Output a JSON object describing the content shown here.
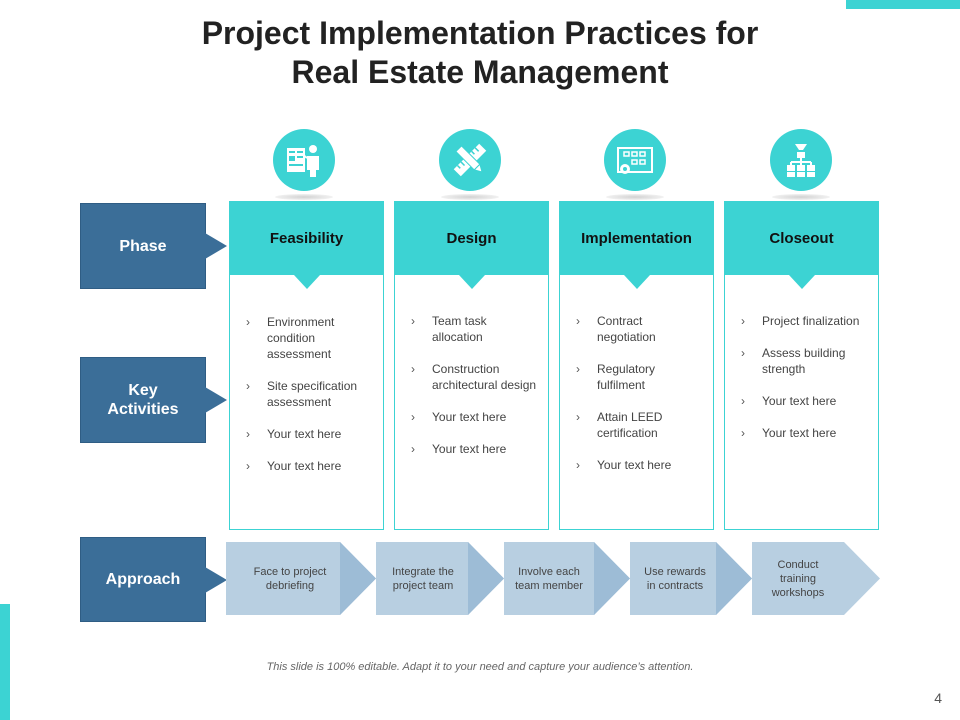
{
  "title_line1": "Project Implementation Practices for",
  "title_line2": "Real Estate Management",
  "rows": {
    "phase": "Phase",
    "key_activities_line1": "Key",
    "key_activities_line2": "Activities",
    "approach": "Approach"
  },
  "columns": [
    {
      "name": "Feasibility",
      "icon": "presentation-person-icon",
      "items": [
        "Environment condition assessment",
        "Site specification assessment",
        "Your text here",
        "Your text here"
      ]
    },
    {
      "name": "Design",
      "icon": "ruler-pencil-icon",
      "items": [
        "Team task allocation",
        "Construction architectural design",
        "Your text here",
        "Your text here"
      ]
    },
    {
      "name": "Implementation",
      "icon": "blueprint-gear-icon",
      "items": [
        "Contract negotiation",
        "Regulatory fulfilment",
        "Attain LEED certification",
        "Your text here"
      ]
    },
    {
      "name": "Closeout",
      "icon": "org-hierarchy-icon",
      "items": [
        "Project finalization",
        "Assess building strength",
        "Your text here",
        "Your text here"
      ]
    }
  ],
  "approach_steps": [
    "Face to project debriefing",
    "Integrate the project team",
    "Involve each team member",
    "Use rewards in contracts",
    "Conduct training workshops"
  ],
  "footer": "This slide is 100% editable. Adapt it to your need and capture your audience’s attention.",
  "page_number": "4",
  "colors": {
    "accent": "#3cd3d3",
    "label_blue": "#3b6e98",
    "chevron_light": "#b8cfe1",
    "chevron_dark": "#9dbcd6"
  }
}
